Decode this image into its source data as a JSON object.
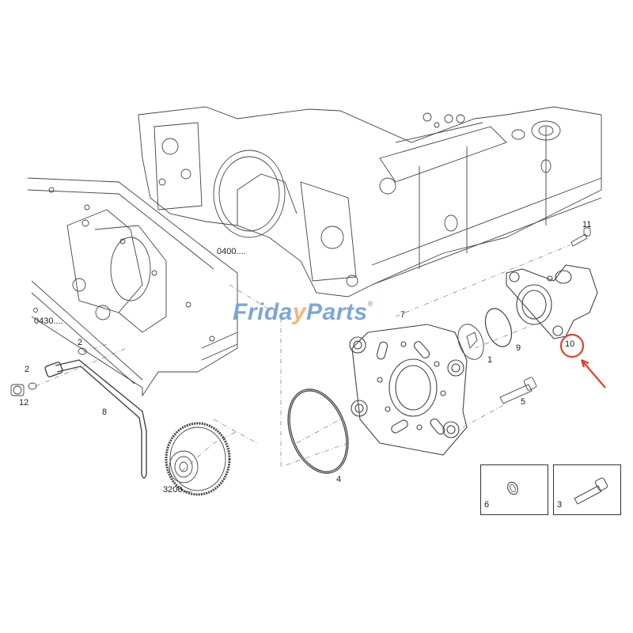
{
  "diagram": {
    "type": "exploded parts diagram",
    "subject": "engine front timing housing with oil pump assembly"
  },
  "watermark": {
    "part1": "Frida",
    "part2": "y",
    "part3": "Parts",
    "registered": "®",
    "color_blue": "#7ea6d6",
    "color_orange": "#f2b67a"
  },
  "assembly_refs": {
    "block_ref": "0400....",
    "housing_ref": "0430....",
    "gear_ref": "3200...."
  },
  "callouts": [
    {
      "id": "1",
      "label": "1"
    },
    {
      "id": "2a",
      "label": "2"
    },
    {
      "id": "2b",
      "label": "2"
    },
    {
      "id": "4",
      "label": "4"
    },
    {
      "id": "5",
      "label": "5"
    },
    {
      "id": "7",
      "label": "7"
    },
    {
      "id": "8",
      "label": "8"
    },
    {
      "id": "9",
      "label": "9"
    },
    {
      "id": "10",
      "label": "10"
    },
    {
      "id": "11",
      "label": "11"
    },
    {
      "id": "12",
      "label": "12"
    }
  ],
  "insets": [
    {
      "label": "6",
      "part": "o-ring seal"
    },
    {
      "label": "3",
      "part": "bolt"
    }
  ],
  "highlight": {
    "target": "10",
    "color": "#e0412a"
  }
}
